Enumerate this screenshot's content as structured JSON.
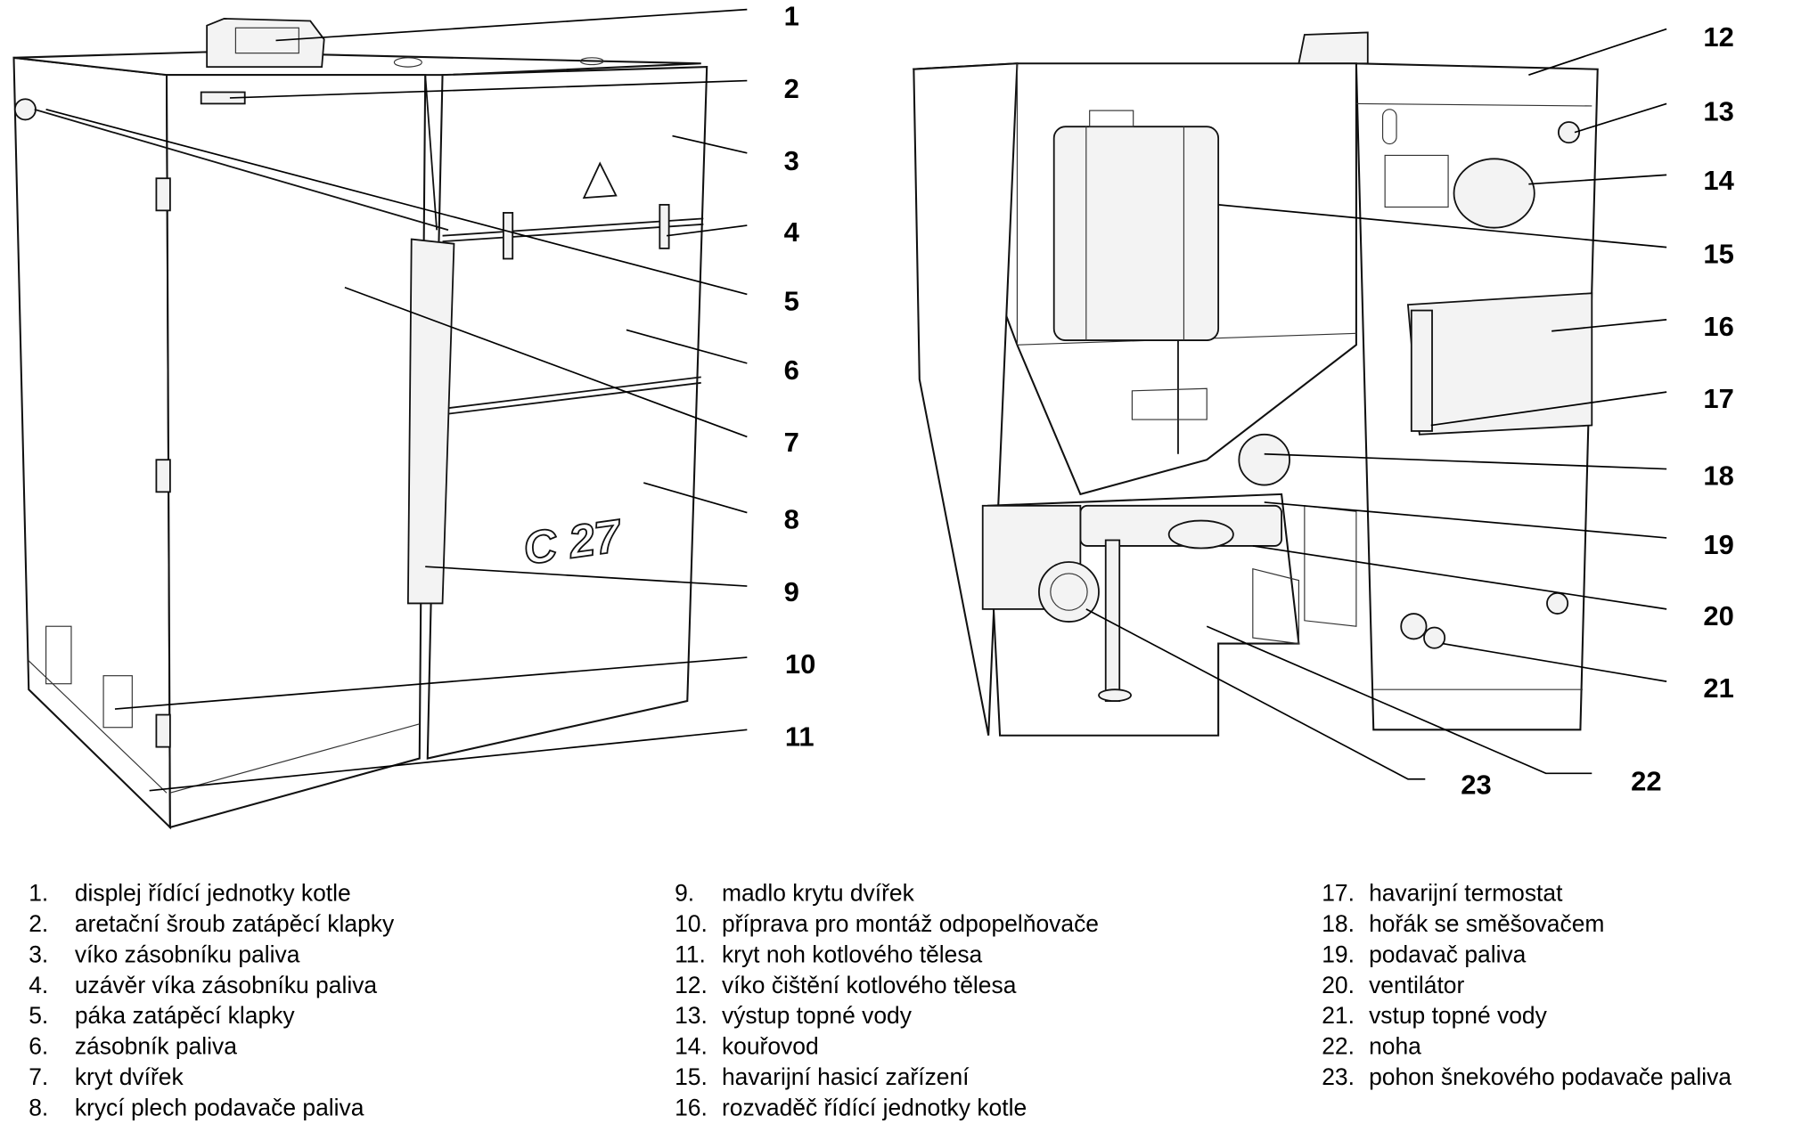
{
  "model_logo": "C 27",
  "callouts": {
    "left": [
      "1",
      "2",
      "3",
      "4",
      "5",
      "6",
      "7",
      "8",
      "9",
      "10",
      "11"
    ],
    "right": [
      "12",
      "13",
      "14",
      "15",
      "16",
      "17",
      "18",
      "19",
      "20",
      "21",
      "22",
      "23"
    ]
  },
  "legend": [
    {
      "num": "1.",
      "text": "displej řídící jednotky kotle"
    },
    {
      "num": "2.",
      "text": "aretační šroub zatápěcí klapky"
    },
    {
      "num": "3.",
      "text": "víko zásobníku paliva"
    },
    {
      "num": "4.",
      "text": "uzávěr víka zásobníku paliva"
    },
    {
      "num": "5.",
      "text": "páka zatápěcí klapky"
    },
    {
      "num": "6.",
      "text": "zásobník paliva"
    },
    {
      "num": "7.",
      "text": "kryt dvířek"
    },
    {
      "num": "8.",
      "text": "krycí plech podavače paliva"
    },
    {
      "num": "9.",
      "text": "madlo krytu dvířek"
    },
    {
      "num": "10.",
      "text": "příprava pro montáž odpopelňovače"
    },
    {
      "num": "11.",
      "text": "kryt noh kotlového tělesa"
    },
    {
      "num": "12.",
      "text": "víko čištění kotlového tělesa"
    },
    {
      "num": "13.",
      "text": "výstup topné vody"
    },
    {
      "num": "14.",
      "text": "kouřovod"
    },
    {
      "num": "15.",
      "text": "havarijní hasicí zařízení"
    },
    {
      "num": "16.",
      "text": "rozvaděč řídící jednotky kotle"
    },
    {
      "num": "17.",
      "text": "havarijní termostat"
    },
    {
      "num": "18.",
      "text": "hořák se směšovačem"
    },
    {
      "num": "19.",
      "text": "podavač paliva"
    },
    {
      "num": "20.",
      "text": "ventilátor"
    },
    {
      "num": "21.",
      "text": "vstup topné vody"
    },
    {
      "num": "22.",
      "text": "noha"
    },
    {
      "num": "23.",
      "text": "pohon šnekového podavače paliva"
    }
  ]
}
